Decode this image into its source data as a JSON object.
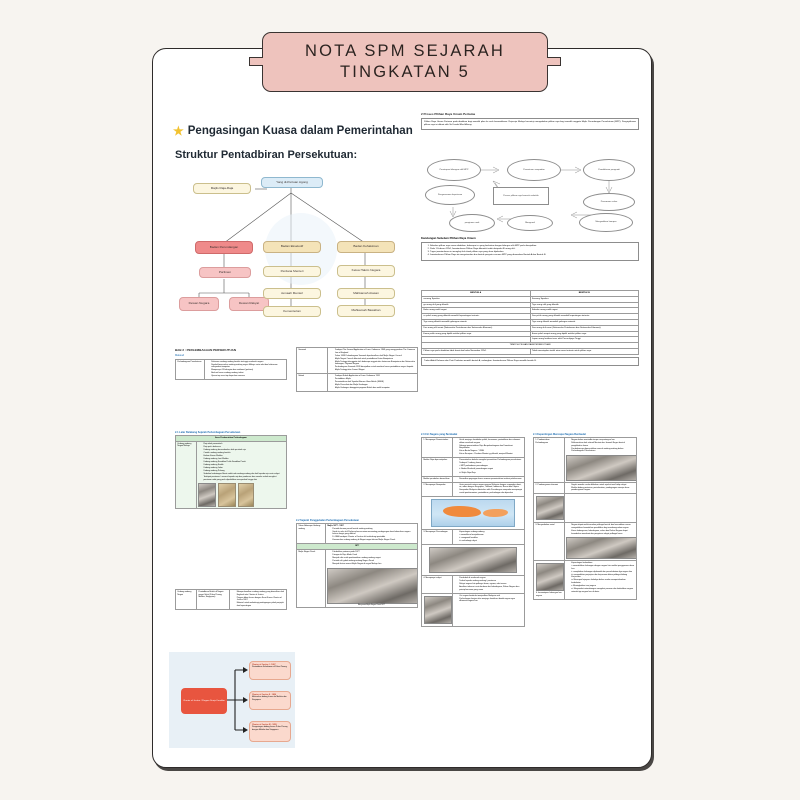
{
  "banner": {
    "line1": "NOTA SPM SEJARAH",
    "line2": "TINGKATAN 5"
  },
  "colors": {
    "page_bg": "#ffffff",
    "outer_bg": "#f7f4f0",
    "banner_bg": "#eec3bd",
    "banner_border": "#3a3331",
    "accent_red": "#e8553f",
    "accent_green": "#cde9cd",
    "accent_blue": "#dcecf7"
  },
  "left_column": {
    "section_title": "Pengasingan Kuasa dalam Pemerintahan",
    "star_icon": "star-icon",
    "subtitle": "Struktur Pentadbiran Persekutuan:",
    "org_chart": {
      "root": "Yang di-Pertuan Agong",
      "side": "Majlis Raja-Raja",
      "branches": [
        {
          "head": "Badan Perundangan",
          "children": [
            "Parlimen"
          ],
          "leaves": [
            "Dewan Negara",
            "Dewan Rakyat"
          ]
        },
        {
          "head": "Badan Eksekutif",
          "children": [
            "Perdana Menteri",
            "Jemaah Menteri",
            "Kementerian"
          ],
          "leaves": []
        },
        {
          "head": "Badan Kehakiman",
          "children": [
            "Ketua Hakim Negara",
            "Mahkamah Atasan",
            "Mahkamah Bawahan"
          ],
          "leaves": []
        }
      ]
    },
    "bab_title": "BAB 2 : PERLEMBAGAAN PERSEKUTUAN",
    "bab_sub": "Maksud",
    "bab_table": {
      "label": "Perlembagaan Persekutuan",
      "items": [
        "Dokumen undang-undang bertulis tertinggi sesebuah negara",
        "Digubal berasaskan undang-undang negeri Melayu serta adat dan kebiasaan masyarakat tempatan",
        "Mempunyai 15 bahagian dan matlamat (perkara)",
        "Berkuat kuasa undang-undang terkini",
        "Ujaran tap asas tiap keperluan semasa"
      ]
    },
    "sejarah_title": "2.1 Latar Belakang Sejarah Perlembagaan Persekutuan",
    "sejarah_table": {
      "header": "Asas Pembentukan Perlembagaan",
      "row_label": "Undang-undang Negeri Melayu",
      "items": [
        "Raja ialah pemerintah",
        "Raja perlu berkuasa",
        "Undang-undang bersumberkan titah perintah raja",
        "Contoh undang-undang bertulis",
        "Hukum Kanun Melaka",
        "Undang-undang Laut Melaka",
        "Undang-undang Sembilan Puluh Sembilan Perak",
        "Undang-undang Kedah",
        "Undang-undang Johor",
        "Undang-undang Pahang",
        "Sebelum kedatangan Barat sudah ada undang-undang dan hak kepada raja serta rakyat",
        "Terdapat peraturan / senarai kepada raja dan pembesar dan mereka sudah mengikut peraturan adat yang perlu dipraktikkan masyarakat hingga kini"
      ]
    },
    "inggeris_table": {
      "row_label": "Undang-undang Negeri",
      "col2": "Pentadbiran British di Negeri-negeri Selat (Pulau Pinang, Melaka, Singapura)",
      "col3": [
        "Memperkenalkan undang-undang yang diamalkan oleh England iaitu Charter of Justice",
        "Piagam diberi kuasa dengan Surat Kuasa Charter of Justice 1807",
        "Material untuk melindungi perdagangan pihak penjajah dari kepentingan"
      ]
    },
    "red_flow": {
      "center": "Charter of Justice / Piagam Diraja Keadilan",
      "branches": [
        {
          "title": "Charter of Justice I - 1807",
          "text": "Pentadbiran Kehakiman di Pulau Pinang"
        },
        {
          "title": "Charter of Justice II - 1826",
          "text": "Meluaskan bidang kuasa ke Melaka dan Singapura"
        },
        {
          "title": "Charter of Justice III - 1855",
          "text": "Pengasingan bidang kuasa Pulau Pinang dengan Melaka dan Singapura"
        }
      ]
    }
  },
  "mid_column": {
    "borneo_table": {
      "rows": [
        {
          "label": "Sarawak",
          "items": [
            "Terdapat The General Application of Laws Ordinance 1949 yang menggunakan The Common Law of England",
            "Tahun 1839 Perlembagaan Sarawak diperkenalkan oleh Majlis Negeri Council",
            "Majlis Negeri Council dibentuk untuk pentadbiran Ketua Bumiputera",
            "Majlis Tertinggi dianggotai oleh beberapa anggota dan keturunan Bumiputera dan Setiausaha kewangan, Pegawai Negara",
            "Perlembagaan Sarawak 1939 diwujudkan untuk memberi kuasa pentadbiran negeri kepada Majlis Tertinggi dan Council Negeri"
          ]
        },
        {
          "label": "Sabah",
          "items": [
            "Terdapat Sabah Application of Laws Ordinance 1951",
            "Pentadbiran Majlis",
            "Pemerintahan oleh Syarikat Borneo Utara British (SBUB)",
            "Majlis Penasihat dan Majlis Undangan",
            "Majlis Undangan dianggotai pegawai British dan wakil tempatan"
          ]
        }
      ]
    },
    "penggubalan_title": "2.2 Sejarah Penggubalan Perlembagaan Persekutuan",
    "penggubalan_table": {
      "header_cols": [
        "Tahun",
        "Huraian"
      ],
      "rows": [
        {
          "label": "Tahun Beberapa Undang-undang",
          "value_head": "Majlis 1877 - 1957",
          "items": [
            "Perintah kerana penuh bentuk undang-undang",
            "Sejak itu raku ahli Parlimen bersesuaian mementing perdagangan demi kebersihan negara kerana fungsi yang diiktiraf",
            "Di 1866 berdapat Charter of Justice ahli melindungi pentadbir",
            "Kemunculan undang-undang di Negeri-negeri dinaza Majlis Negeri Perak"
          ]
        },
        {
          "label": "Majlis Negeri Perak",
          "value_head": "1877",
          "items": [
            "Ditubuhkan pertama pada 1877",
            "Diengaruhi Raja Muda Yusof",
            "Menjadi nilai untuk pembentukan undang-undang negeri",
            "Perintah ulit gubal undang-undang Negeri Perak",
            "Menjadi ikutan semua Majlis Negeri di negeri Melayu lain"
          ],
          "caption": "Mesyuarat Majlis Negeri Perak 1877"
        }
      ]
    }
  },
  "right_column": {
    "pru_title": "2 Proses Pilihan Raya Umum Pertama",
    "pru_intro": "Pilihan Raya Umum Pertama pada diadakan bagi memilih pilan ke arah kemerdekaan. Raja-raja Melayu bersetuju mengadakan pilihan raya bagi memilih anggota Majlis Perundangan Persekutuan (MPP). Pengisytiharan pilihan raya ini dibuat oleh Sir Donald MacGillivray.",
    "flow_nodes": [
      "Penetapan bilangan ahli MPP",
      "Penentuan sempadan",
      "Pendaftaran pengundi",
      "Penamaan calon",
      "Mengadakan kempen",
      "Mengundi",
      "pengiraan undi",
      "Pengumuman keputusan"
    ],
    "flow_center": "Proses pilihan raya bermula sebelah",
    "kandungan_title": "Kandungan Sebelum Pilihan Raya Umum",
    "kandungan_items": [
      "Sebelum pilihan raya umum diadakan, beberapa isu yang berkaitan dengan bilangan ahli MPP perlu diwujudkan.",
      "Pada 1 Februari 1954, Jawatankuasa Pilihan Raya dibentuk terdiri daripada 46 orang ahli.",
      "Tugas jawatankuasa ini mengkaji hal ehwal pilihan raya yang akan dijalankan.",
      "Jawatankuasa Pilihan Raya ini mengutarakan dua bentuk penyata susunan MPP yang dinamakan Bentuk A dan Bentuk B."
    ],
    "bentuk_table": {
      "headers": [
        "BENTUK A",
        "BENTUK B"
      ],
      "rows": [
        [
          "seorang Speaker",
          "Seorang Speaker"
        ],
        [
          "go orang ahli yang dilantik.",
          "Tiga orang ahli yang dilantik."
        ],
        [
          "Belas orang wakil negeri",
          "Sebelas orang wakil negeri"
        ],
        [
          "ss puluh orang yang dilantik mewakili kepentingan tertentu.",
          "Dua puluh orang yang dilantik mewakili kepentingan tertentu."
        ],
        [
          "Tiga orang dilantik mewakili golongan minoriti.",
          "Tiga orang dilantik mewakili golongan minoriti."
        ],
        [
          "Dua orang ahli rasmi (Setiausaha Pertahanan dan Setiausaha Ekonomi).",
          "Dua orang ahli rasmi (Setiausaha Pertahanan dan Setiausaha Ekonomi)."
        ],
        [
          "Enam puluh orang yang dipilih melalui pilihan raya.",
          "Enam puluh empat orang yang dipilih melalui pilihan raya."
        ],
        [
          "",
          "Lapan orang lantikan terus oleh Pesuruhjaya Tinggi"
        ]
      ]
    },
    "tempoh_header": "TEMPOH PILIHAN RAYA PERSEKUTUAN",
    "tempoh_rows": [
      [
        "Pilihan raya perlu diadakan tidak lewat dari bulan November 1954.",
        "Tidak menetapkan tarikh atau masa tertentu untuk pilihan raya."
      ]
    ],
    "tempoh_note": "Tunku Abdul Rahman dan Parti Perikatan memilih bentuk A, sedangkan Jawatankuasa Pilihan Raya memilih bentuk B.",
    "ciri_title": "2.3 Ciri Negara yang Berdaulat",
    "ciri_rows": [
      {
        "label": "1. Mempunyai Pemerintahan",
        "items": [
          "Untuk menjaga kestabilan politik, keamanan, pentadbiran dan ekonomi dalam sesebuah negara",
          "Sebagai pemerintahan Raja Berperlembagaan dan Demokrasi Berparlimen",
          "Ketua Berita Negara - YDPA",
          "Ketua Kerajaan - Perdana Menteri yg dilantik, menjadi Menteri"
        ]
      },
      {
        "label": "Melalui Raja dipersetujukan",
        "items": [
          "Pemerintahan berlaku mengikut peruntukan Perlembagaan persekutuan",
          "Terdapat 3 cabang kuasa:",
          "i. MPP perbadanan perundangan",
          "ii. Badan Eksekutif perundangan negeri",
          "iii. Majlis Raja-Raja"
        ]
      },
      {
        "label": "Melalui perubahan dasar/alam",
        "items": [
          "Diamalkan pegangan kuasa semasa pemerintahan institusi pelaksanaan"
        ]
      },
      {
        "label": "2. Mempunyai Sempadan",
        "items": [
          "Garis pemisah antara negara-negara Malaysia dengan sempadan darat, air, udara dengan Singapura, Thailand, Indonesia, Brunei dan Filipina",
          "Sempadan Malaysia ditentukan oleh Persidangan sempadan mempunyai sosial-perekonomian, pentadbiran, perlindungan dan diperakui"
        ],
        "has_map": true
      },
      {
        "label": "3. Mempunyai Perundangan",
        "items": [
          "Kepentingan undang-undang:",
          "i. memelihara kesejahteraan",
          "ii. mengawal keadilan",
          "iii. melindungi rakyat"
        ],
        "has_photo": true
      },
      {
        "label": "4. Mempunyai rakyat",
        "items": [
          "Penduduk di sesebuah negara",
          "Terikat kepada undang-undang / peraturan",
          "Rakyat negara kita pelbagai kaum, agama, adat resam",
          "Amalkan toleransi serta berbeza dari kebudayaan, Rukun Negara dan prinsip bersama yang sama",
          "Ciri negara berdaulat menjadikan Malaysia unik",
          "Perlindungan berjasa dan menjaga keutuhan identiti negara agar dihormati negara luar"
        ],
        "has_photo": true
      }
    ],
    "kepentingan_title": "2.4 Kepentingan Mencapai Negara Berdaulat",
    "kepentingan_rows": [
      {
        "label": "1. Pembentukan Perlembagaan",
        "items": [
          "Negara bebas mentadbir tanpa campurtangan luar",
          "Dilaksanakan oleh sebuah Menteri dan Jemaah Negeri bentuk pengiktirafan kuasa",
          "Perubahannya diperuntukkan semula undang-undang dalam Perlembagaan Persekutuan"
        ],
        "has_photo": true
      },
      {
        "label": "2. Pembangunan ekonomi",
        "items": [
          "Segala mandiri usaha dilakukan untuk sejahat taraf hidup rakyat",
          "Melalui bidang pertanian, perindustrian, perdagangan menuju dasar pembangunan negara"
        ],
        "has_photo": true
      },
      {
        "label": "3. Menyediakan sosial",
        "items": [
          "Negara dapat melaksanakan pelbagai bentuk dan kemudahan mesra menyediakan kemudahan pendidikan bagi membangunkan negara",
          "Kaum kebangsaan, kebudayaan, sukan dan Rukun Negara dapat kemudahan membuat dan penyatuan rakyat pelbagai kaum"
        ],
        "has_photo": true
      },
      {
        "label": "4. kemantapan hubungan luar negara",
        "items": [
          "Kepentingan kedaulatan:",
          "i. memudahkan hubungan dengan negara lain melalui penggunaan dasar luar",
          "ii. menjalinkan hubungan diplomatik dan persahabatan dgn negara lain",
          "iii. mengadakan perjanjian dan kerjasama dalam pelbagai bidang Kerjasama",
          "iv. Mencapai kejayaan kekalnya dalam usaha mempertahankan kedaulatan",
          "v. Meningkatkan imej negara",
          "vi. Masyarakat antarabangsa mengakui peranan dan kedudukan negara antarab tiga negara luar di dunia"
        ],
        "has_photo": true
      }
    ]
  }
}
